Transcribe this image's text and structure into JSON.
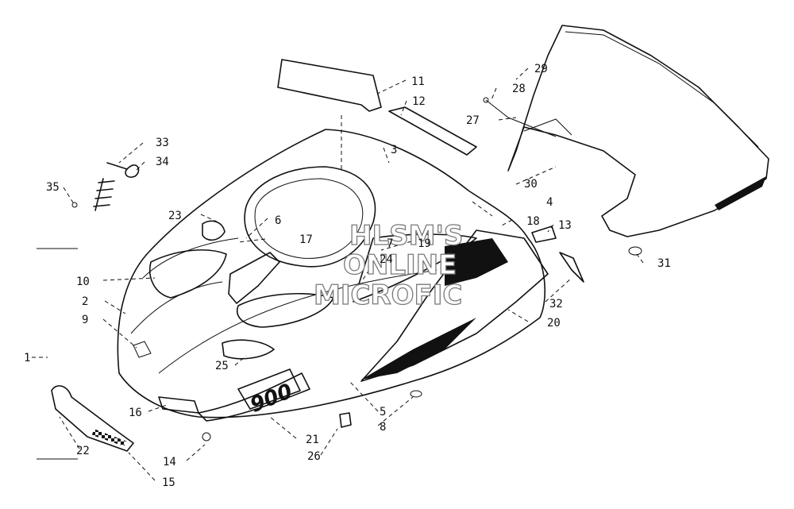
{
  "diagram": {
    "callouts": [
      "1",
      "2",
      "3",
      "4",
      "5",
      "6",
      "7",
      "8",
      "9",
      "10",
      "11",
      "12",
      "13",
      "14",
      "15",
      "16",
      "17",
      "18",
      "19",
      "20",
      "21",
      "22",
      "23",
      "24",
      "25",
      "26",
      "27",
      "28",
      "29",
      "30",
      "31",
      "32",
      "33",
      "34",
      "35"
    ],
    "hood_decal_text": "900",
    "watermark": [
      "HLSM'S",
      "ONLINE",
      "MICROFIC"
    ]
  }
}
